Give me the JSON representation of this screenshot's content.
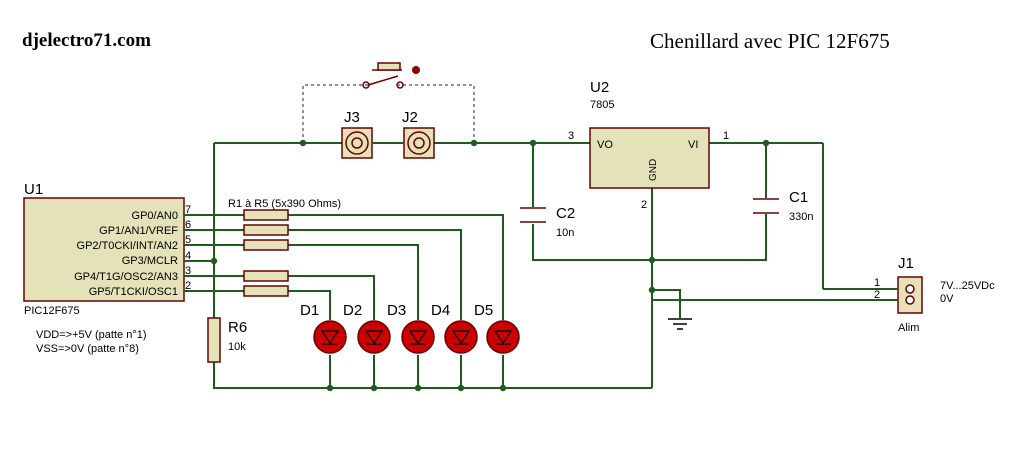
{
  "header": {
    "site": "djelectro71.com",
    "title": "Chenillard avec PIC 12F675"
  },
  "u1": {
    "ref": "U1",
    "part": "PIC12F675",
    "pins": [
      {
        "label": "GP0/AN0",
        "num": "7"
      },
      {
        "label": "GP1/AN1/VREF",
        "num": "6"
      },
      {
        "label": "GP2/T0CKI/INT/AN2",
        "num": "5"
      },
      {
        "label": "GP3/MCLR",
        "num": "4"
      },
      {
        "label": "GP4/T1G/OSC2/AN3",
        "num": "3"
      },
      {
        "label": "GP5/T1CKI/OSC1",
        "num": "2"
      }
    ],
    "note_vdd": "VDD=>+5V (patte n°1)",
    "note_vss": "VSS=>0V (patte n°8)"
  },
  "resistors": {
    "label": "R1 à R5 (5x390 Ohms)"
  },
  "r6": {
    "ref": "R6",
    "value": "10k"
  },
  "leds": [
    "D1",
    "D2",
    "D3",
    "D4",
    "D5"
  ],
  "jacks": {
    "j3": "J3",
    "j2": "J2"
  },
  "u2": {
    "ref": "U2",
    "part": "7805",
    "vo": "VO",
    "vi": "VI",
    "gnd": "GND",
    "pin_vo": "3",
    "pin_vi": "1",
    "pin_gnd": "2"
  },
  "c2": {
    "ref": "C2",
    "value": "10n"
  },
  "c1": {
    "ref": "C1",
    "value": "330n"
  },
  "j1": {
    "ref": "J1",
    "name": "Alim",
    "pin1": "1",
    "pin2": "2",
    "label1": "7V...25VDc",
    "label2": "0V"
  },
  "colors": {
    "wire": "#1f5a1f",
    "component_outline": "#6a0000",
    "component_body": "#e4e2b8",
    "led_fill": "#cc0000"
  }
}
